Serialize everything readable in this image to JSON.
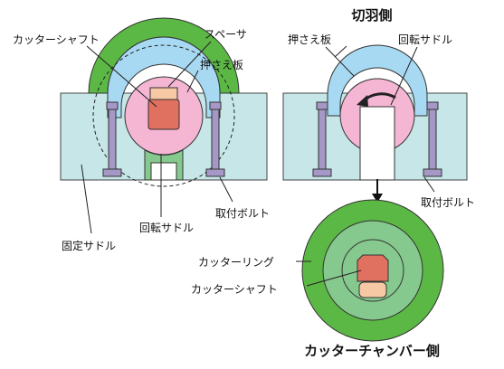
{
  "titles": {
    "cutter_side": "切羽側",
    "chamber_side": "カッターチャンバー側"
  },
  "labels": {
    "cutter_shaft": "カッターシャフト",
    "spacer": "スペーサ",
    "press_plate_left": "押さえ板",
    "press_plate_right": "押さえ板",
    "rotating_saddle_left": "回転サドル",
    "rotating_saddle_right": "回転サドル",
    "mounting_bolt_left": "取付ボルト",
    "mounting_bolt_right": "取付ボルト",
    "fixed_saddle": "固定サドル",
    "cutter_ring": "カッターリング",
    "cutter_shaft_bottom": "カッターシャフト"
  },
  "colors": {
    "green_ring": "#5cb845",
    "blue_plate": "#a7d9f2",
    "pink_saddle": "#f4b6d3",
    "shaft_red": "#e0705f",
    "spacer_peach": "#f7c8a4",
    "fixed_saddle": "#c6e6e8",
    "bolt_purple": "#a598c6",
    "light_green": "#86c98e"
  }
}
